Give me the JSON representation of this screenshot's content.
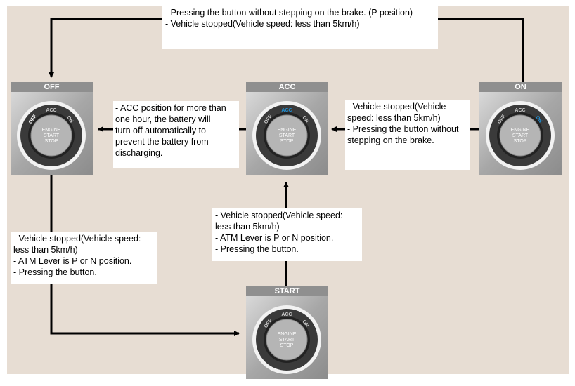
{
  "states": {
    "off": {
      "title": "OFF",
      "ring": {
        "off": "OFF",
        "acc": "ACC",
        "on": "ON"
      },
      "button": [
        "ENGINE",
        "START",
        "STOP"
      ],
      "active": "off"
    },
    "acc": {
      "title": "ACC",
      "ring": {
        "off": "OFF",
        "acc": "ACC",
        "on": "ON"
      },
      "button": [
        "ENGINE",
        "START",
        "STOP"
      ],
      "active": "acc"
    },
    "on": {
      "title": "ON",
      "ring": {
        "off": "OFF",
        "acc": "ACC",
        "on": "ON"
      },
      "button": [
        "ENGINE",
        "START",
        "STOP"
      ],
      "active": "on"
    },
    "start": {
      "title": "START",
      "ring": {
        "off": "OFF",
        "acc": "ACC",
        "on": "ON"
      },
      "button": [
        "ENGINE",
        "START",
        "STOP"
      ],
      "active": "none"
    }
  },
  "colors": {
    "active_blue": "#1e90d6",
    "inactive_ring_text": "#c8c8c8",
    "background": "#e7ddd3"
  },
  "notes": {
    "top": "- Pressing the button without stepping on the brake. (P position)\n- Vehicle stopped(Vehicle speed: less than 5km/h)",
    "off_from_acc": "- ACC position for more than\n  one hour, the battery will\n  turn off automatically to\n  prevent the battery from\n  discharging.",
    "acc_from_on": "- Vehicle stopped(Vehicle\n  speed: less than 5km/h)\n- Pressing the button without\n  stepping on the brake.",
    "acc_from_start": "- Vehicle stopped(Vehicle speed:\n  less than 5km/h)\n- ATM Lever is P or N position.\n- Pressing the button.",
    "off_to_start": "- Vehicle stopped(Vehicle speed:\n  less than 5km/h)\n- ATM Lever is P or N position.\n- Pressing the button."
  }
}
